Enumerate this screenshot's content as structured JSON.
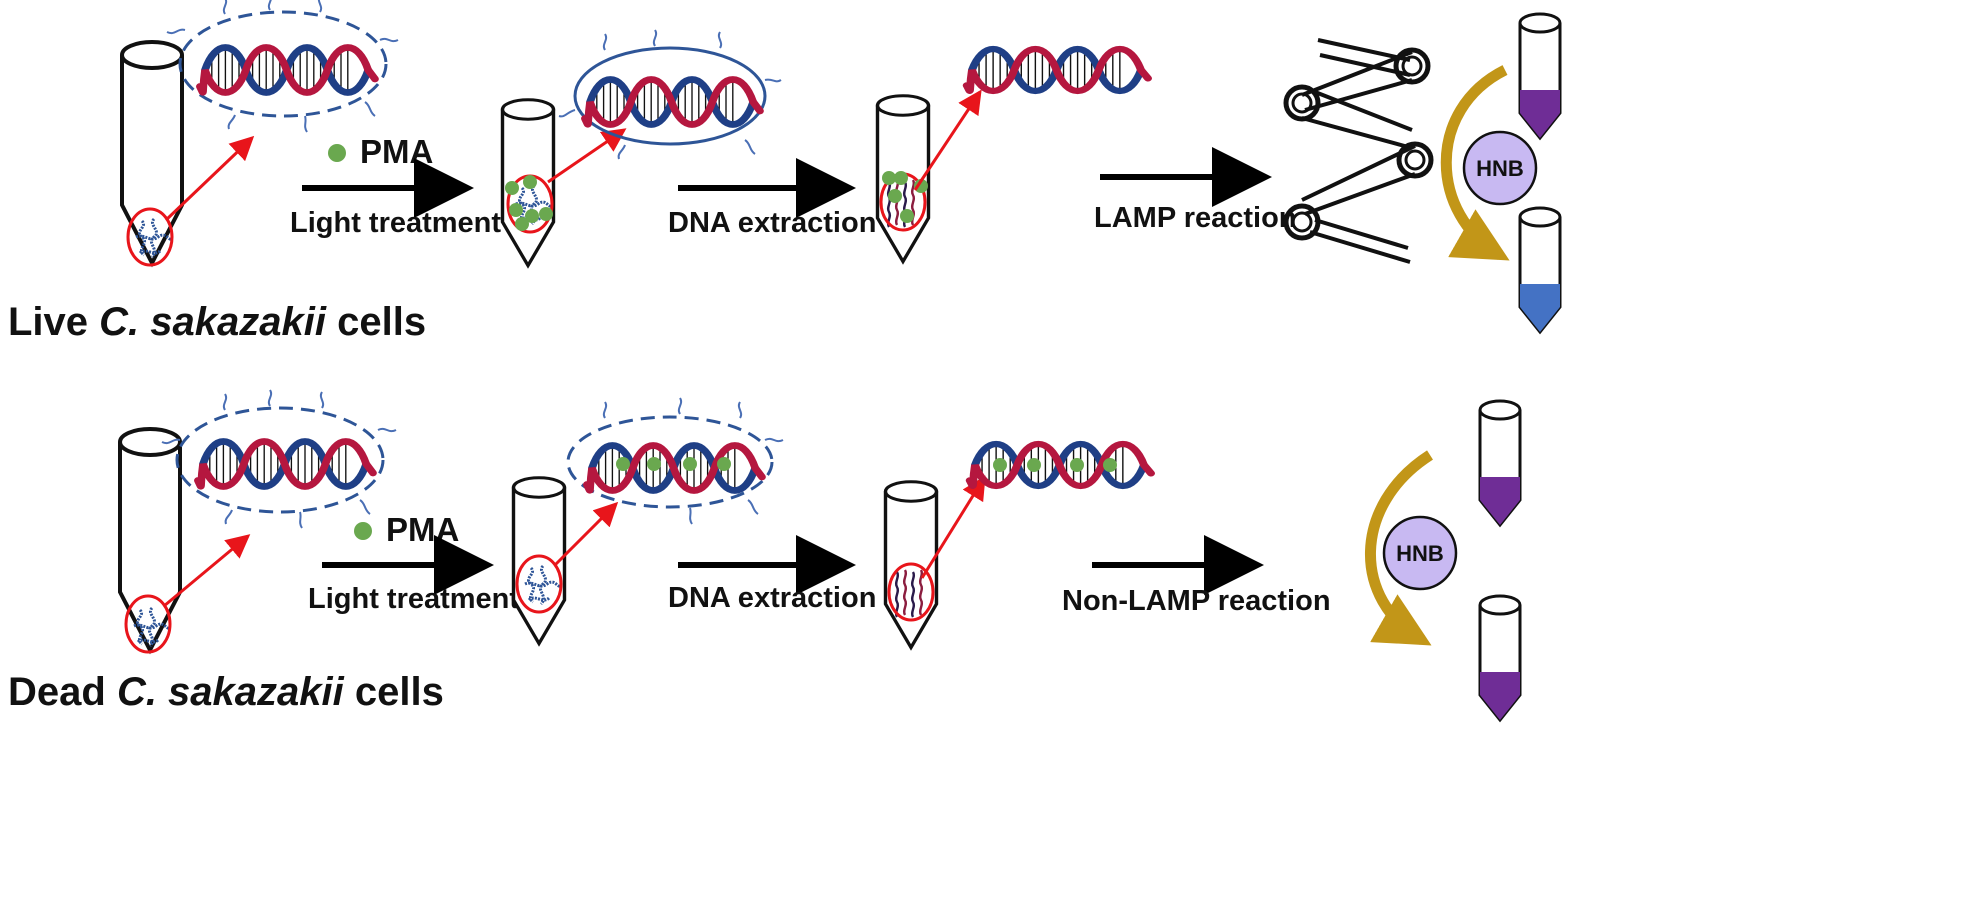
{
  "live_row": {
    "title_prefix": "Live",
    "title_species": "C. sakazakii",
    "title_suffix": "cells",
    "reagent": "PMA",
    "step1": "Light treatment",
    "step2": "DNA extraction",
    "step3": "LAMP reaction",
    "indicator": "HNB"
  },
  "dead_row": {
    "title_prefix": "Dead",
    "title_species": "C. sakazakii",
    "title_suffix": "cells",
    "reagent": "PMA",
    "step1": "Light treatment",
    "step2": "DNA extraction",
    "step3": "Non-LAMP reaction",
    "indicator": "HNB"
  },
  "colors": {
    "dna_strand_a": "#b5173f",
    "dna_strand_b": "#1f3f86",
    "pma_dot": "#6aa84f",
    "highlight_circle": "#e8151b",
    "envelope": "#2e5597",
    "arrow": "#000000",
    "hnb_fill": "#c8b9f2",
    "tube_purple": "#6f2d96",
    "tube_blue": "#4472c4",
    "curved_arrow": "#c29618"
  }
}
